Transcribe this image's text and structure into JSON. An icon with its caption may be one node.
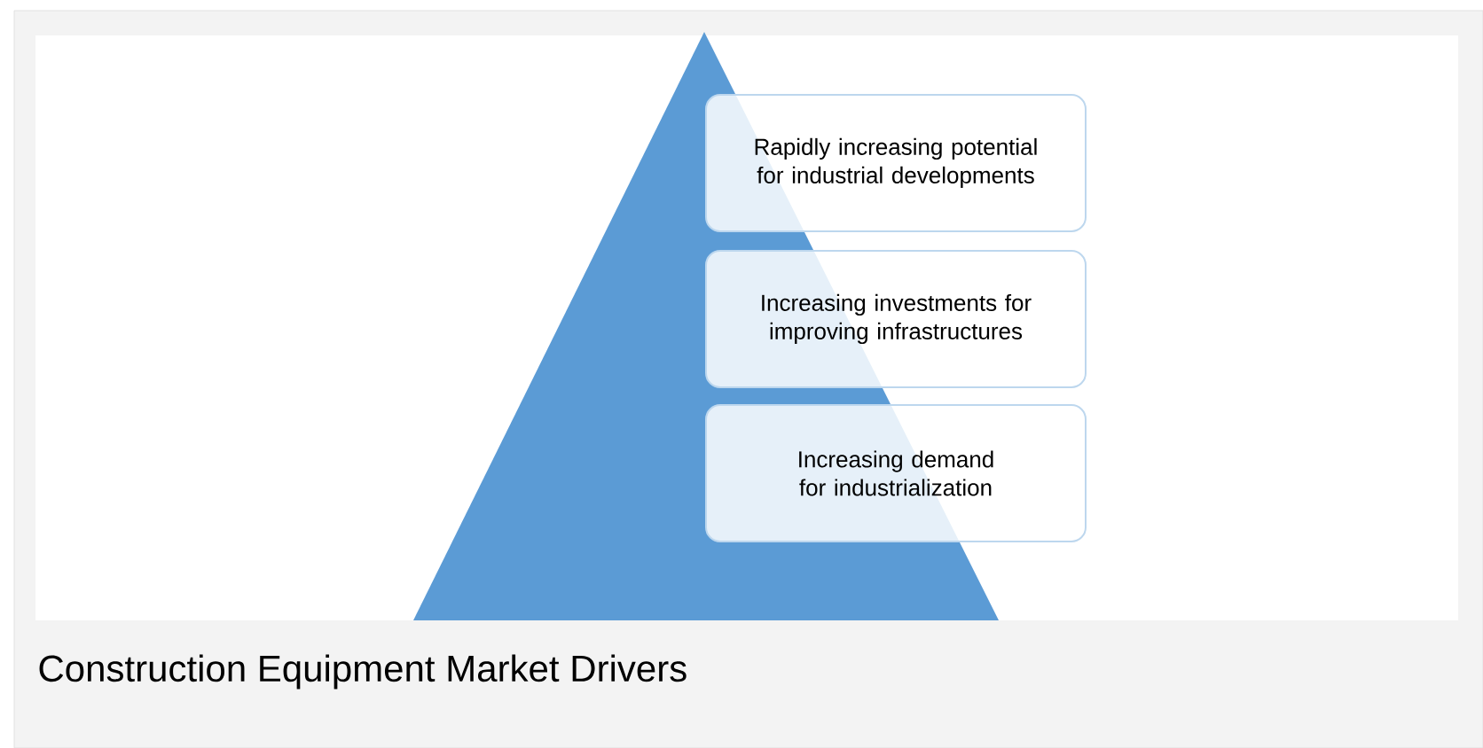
{
  "diagram": {
    "caption": "Construction Equipment Market Drivers",
    "nodes": [
      {
        "text": [
          "Rapidly increasing potential for industrial developments"
        ]
      },
      {
        "text": [
          "Increasing investments for improving infrastructures"
        ]
      },
      {
        "text": [
          "Increasing demand for industrialization"
        ]
      }
    ]
  }
}
